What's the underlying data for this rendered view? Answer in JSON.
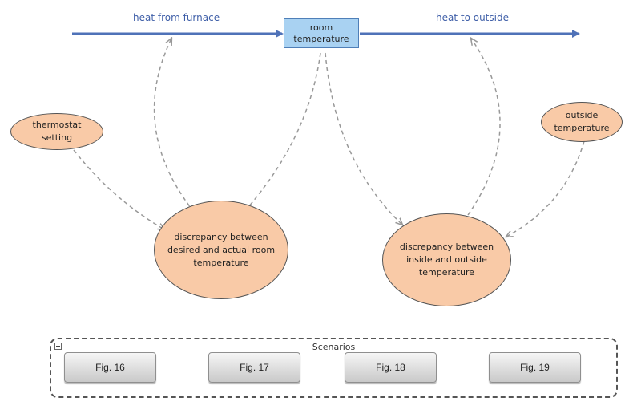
{
  "flows": {
    "inflow_label": "heat from furnace",
    "outflow_label": "heat to outside"
  },
  "stock": {
    "label": "room temperature"
  },
  "converters": {
    "thermostat": "thermostat setting",
    "outside_temp": "outside temperature",
    "discrepancy_room": "discrepancy between desired and actual room temperature",
    "discrepancy_outside": "discrepancy between inside and outside temperature"
  },
  "scenarios": {
    "title": "Scenarios",
    "buttons": [
      "Fig. 16",
      "Fig. 17",
      "Fig. 18",
      "Fig. 19"
    ]
  },
  "colors": {
    "flow": "#4f72b8",
    "stock_fill": "#a9d2f2",
    "converter_fill": "#f9caa7",
    "connector": "#9a9a9a"
  }
}
